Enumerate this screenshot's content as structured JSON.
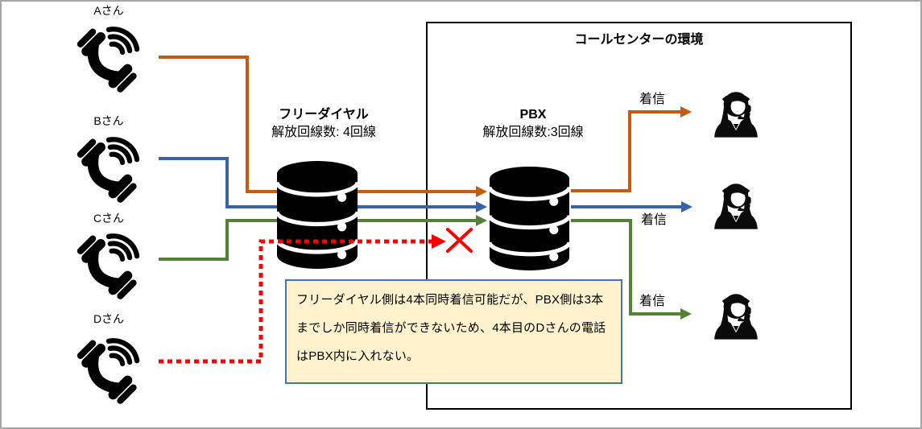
{
  "diagram": {
    "callcenter": {
      "title": "コールセンターの環境"
    },
    "callers": [
      {
        "label": "Aさん",
        "line_color": "#C55A11",
        "status": "connected"
      },
      {
        "label": "Bさん",
        "line_color": "#3A62A8",
        "status": "connected"
      },
      {
        "label": "Cさん",
        "line_color": "#548235",
        "status": "connected"
      },
      {
        "label": "Dさん",
        "line_color": "#FF0000",
        "status": "blocked"
      }
    ],
    "freedial": {
      "title": "フリーダイヤル",
      "subtitle": "解放回線数: 4回線"
    },
    "pbx": {
      "title": "PBX",
      "subtitle": "解放回線数:3回線"
    },
    "incoming_labels": [
      "着信",
      "着信",
      "着信"
    ],
    "note": {
      "text": "フリーダイヤル側は4本同時着信可能だが、PBX側は3本までしか同時着信ができないため、4本目のDさんの電話はPBX内に入れない。"
    },
    "icons": {
      "phone": "ringing-phone-icon",
      "database": "database-cylinder-icon",
      "operator": "call-operator-headset-icon",
      "blocked": "red-x-mark"
    },
    "colors": {
      "orange": "#C55A11",
      "blue": "#3A62A8",
      "green": "#548235",
      "red": "#FF0000",
      "black": "#000000",
      "note_fill": "#FFF2CC",
      "note_border": "#4472C4",
      "canvas_border": "#A6A6A6"
    }
  }
}
